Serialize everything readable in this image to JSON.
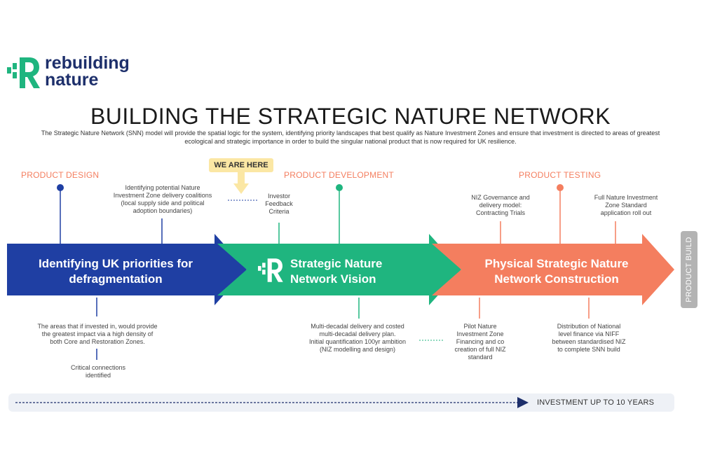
{
  "logo": {
    "line1": "rebuilding",
    "line2": "nature"
  },
  "title": "BUILDING THE STRATEGIC NATURE NETWORK",
  "subtitle": "The Strategic Nature Network (SNN) model will provide the spatial logic for the system, identifying priority landscapes that best qualify as Nature Investment Zones and ensure that investment is directed to areas of greatest ecological and strategic importance in order to build the singular national product that is now required for UK resilience.",
  "colors": {
    "blue": "#1f3fa3",
    "green": "#1fb57f",
    "orange": "#f47e5f",
    "navy": "#1d2f6b"
  },
  "stages": {
    "design": "PRODUCT DESIGN",
    "development": "PRODUCT DEVELOPMENT",
    "testing": "PRODUCT TESTING"
  },
  "here_badge": "WE ARE HERE",
  "arrows": {
    "a1": {
      "line1": "Identifying UK priorities for",
      "line2": "defragmentation"
    },
    "a2": {
      "line1": "Strategic Nature",
      "line2": "Network Vision"
    },
    "a3": {
      "line1": "Physical Strategic Nature",
      "line2": "Network Construction"
    }
  },
  "notes_top": {
    "n1": [
      "Identifying potential Nature",
      "Investment Zone delivery coalitions",
      "(local supply side and political",
      "adoption boundaries)"
    ],
    "n2": [
      "Investor",
      "Feedback",
      "Criteria"
    ],
    "n3": [
      "NIZ Governance and",
      "delivery model:",
      "Contracting Trials"
    ],
    "n4": [
      "Full Nature Investment",
      "Zone Standard",
      "application roll out"
    ]
  },
  "notes_bottom": {
    "b1": [
      "The areas that if invested in, would provide",
      "the greatest impact via a high density of",
      "both Core and Restoration Zones."
    ],
    "b2": [
      "Critical connections",
      "identified"
    ],
    "b3": [
      "Multi-decadal delivery and costed",
      "multi-decadal delivery plan.",
      "Initial quantification 100yr ambition",
      "(NIZ modelling and design)"
    ],
    "b4": [
      "Pilot Nature",
      "Investment Zone",
      "Financing and co",
      "creation of full NIZ",
      "standard"
    ],
    "b5": [
      "Distribution of National",
      "level finance via NIFF",
      "between standardised NIZ",
      "to complete SNN build"
    ]
  },
  "side_tab": "PRODUCT BUILD",
  "investment": "INVESTMENT UP TO 10 YEARS"
}
